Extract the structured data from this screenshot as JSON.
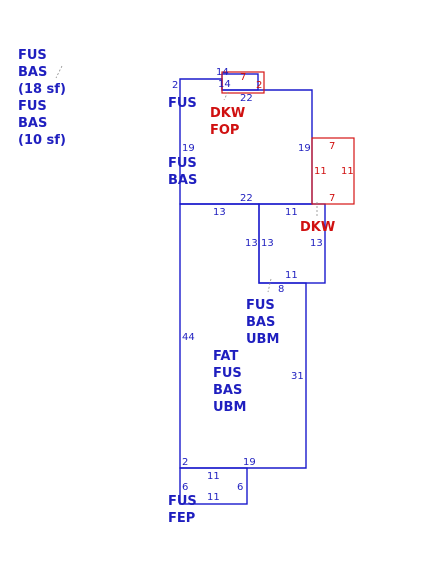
{
  "legend": {
    "lines": [
      "FUS",
      "BAS",
      "(18 sf)",
      "FUS",
      "BAS",
      "(10 sf)"
    ]
  },
  "areas": {
    "upper_block": [
      "FUS"
    ],
    "porch_top": [
      "DKW",
      "FOP"
    ],
    "left_mid": [
      "FUS",
      "BAS"
    ],
    "deck_right": [
      "DKW"
    ],
    "small_block": [
      "FUS",
      "BAS",
      "UBM"
    ],
    "main_block": [
      "FAT",
      "FUS",
      "BAS",
      "UBM"
    ],
    "bottom_block": [
      "FUS",
      "FEP"
    ]
  },
  "dimensions": {
    "blue": [
      "14",
      "14",
      "2",
      "22",
      "19",
      "19",
      "22",
      "13",
      "11",
      "13",
      "13",
      "13",
      "11",
      "8",
      "44",
      "31",
      "2",
      "19",
      "11",
      "6",
      "6",
      "11"
    ],
    "red": [
      "7",
      "2",
      "7",
      "11",
      "11",
      "7"
    ]
  },
  "colors": {
    "structure": "#1a1acc",
    "attachment": "#d41414",
    "structure_text": "#1f1fbf",
    "attachment_text": "#d01010"
  }
}
